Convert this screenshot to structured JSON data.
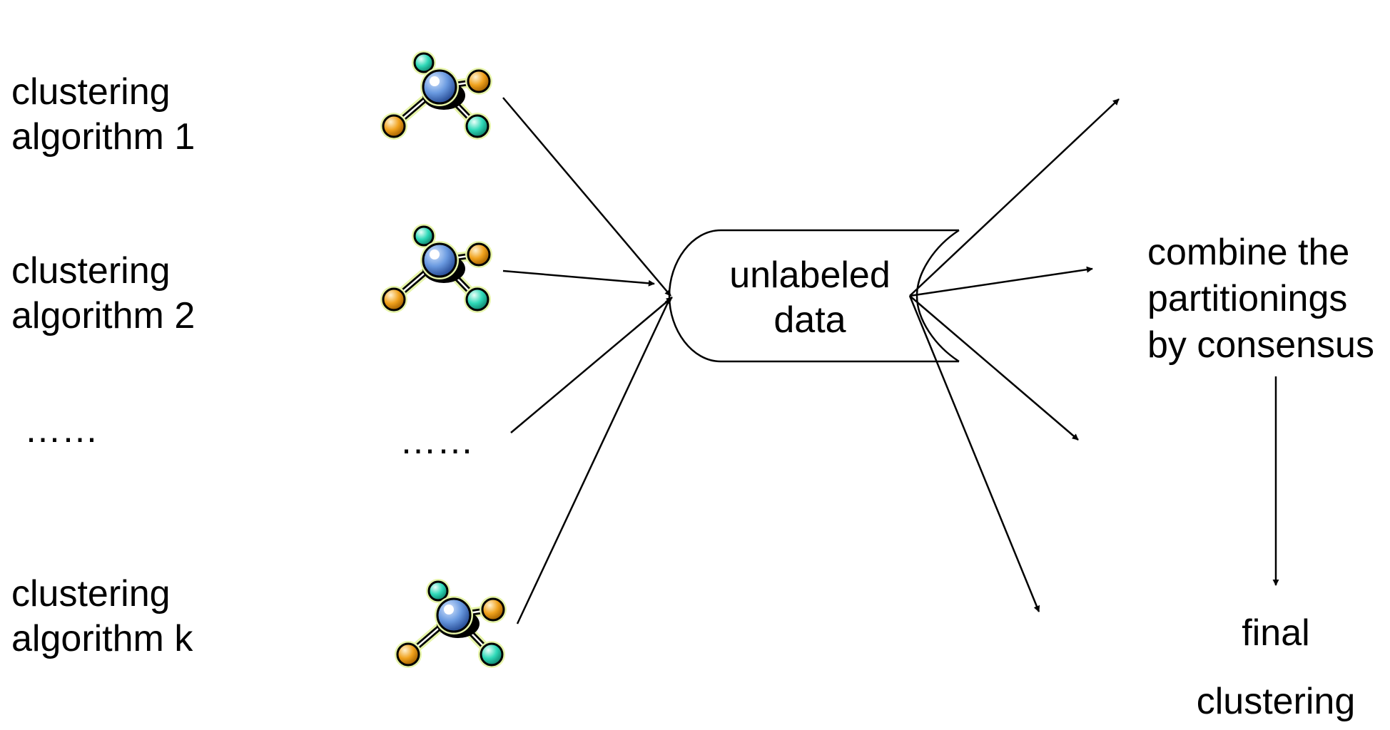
{
  "algorithms": [
    {
      "line1": "clustering",
      "line2": "algorithm 1"
    },
    {
      "line1": "clustering",
      "line2": "algorithm 2"
    },
    {
      "line1": "clustering",
      "line2": "algorithm k"
    }
  ],
  "ellipsis_left": "……",
  "ellipsis_mid": "……",
  "data_shape": {
    "line1": "unlabeled",
    "line2": "data"
  },
  "combine": {
    "line1": "combine the",
    "line2": "partitionings",
    "line3": "by consensus"
  },
  "final": {
    "line1": "final",
    "line2": "clustering"
  },
  "icon": "molecule-icon",
  "colors": {
    "line": "#000000",
    "atom_center": "#6a9ae0",
    "atom_teal": "#2fd9b8",
    "atom_orange": "#f0a21e",
    "glow": "#e6f4a8"
  }
}
